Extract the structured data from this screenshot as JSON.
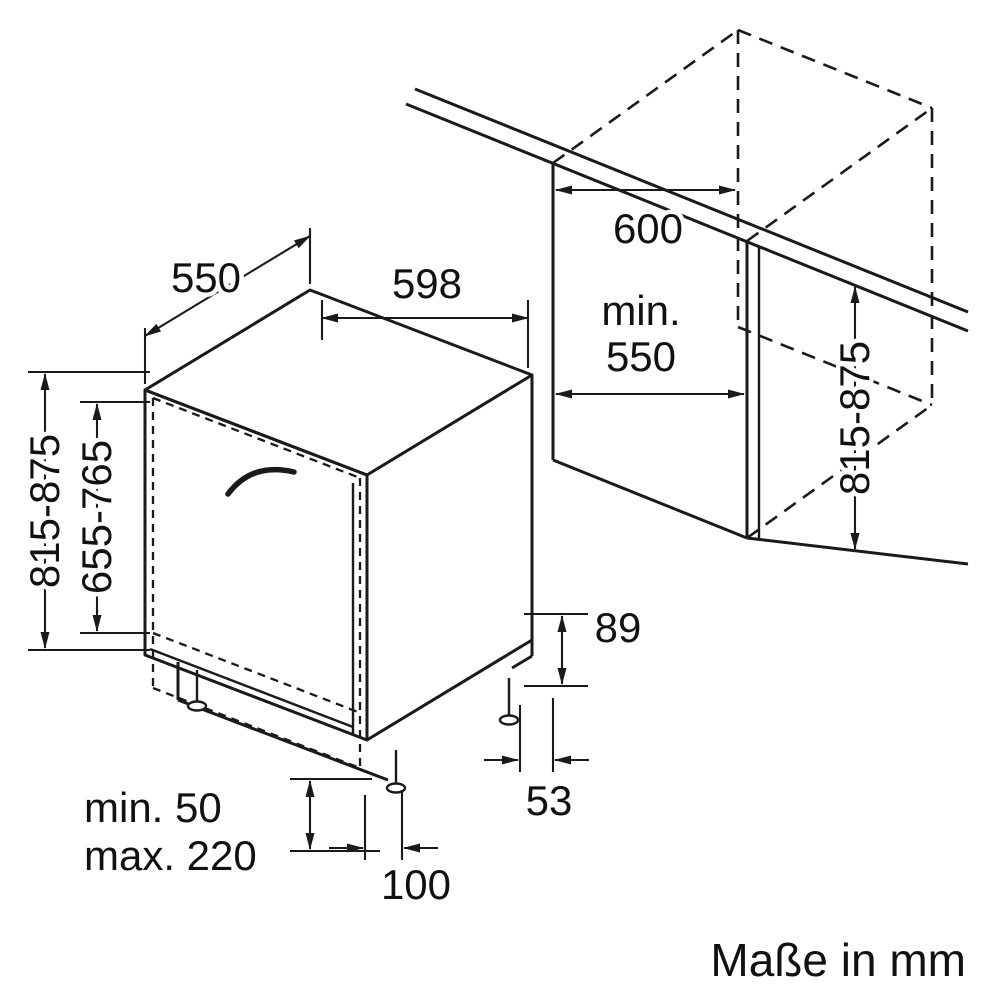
{
  "drawing": {
    "kind": "built-in dishwasher installation dimension drawing",
    "colors": {
      "line": "#1a1a1a",
      "background": "#ffffff"
    },
    "labels": {
      "appliance_depth": "550",
      "appliance_width": "598",
      "niche_width": "600",
      "niche_depth_min_line1": "min.",
      "niche_depth_min_line2": "550",
      "appliance_height": "815-875",
      "door_panel_height": "655-765",
      "niche_height": "815-875",
      "rear_base_height": "89",
      "rear_foot_offset": "53",
      "plinth_clearance_min": "min. 50",
      "plinth_clearance_max": "max. 220",
      "front_foot_offset": "100",
      "units_note": "Maße in mm"
    }
  }
}
